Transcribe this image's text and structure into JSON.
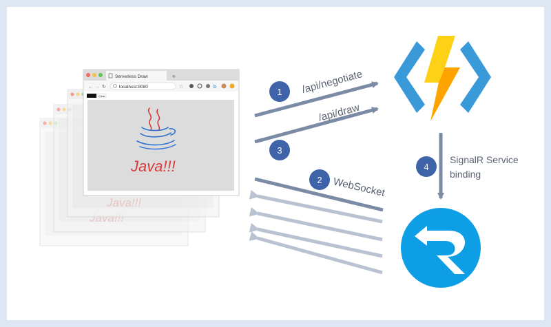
{
  "browser": {
    "tab_title": "Serverless Draw",
    "new_tab_symbol": "+",
    "url": "localhost:8080",
    "clear_button_label": "Clear",
    "drawing_text": "Java!!!",
    "ghost_drawing_text": "Java!!!",
    "stack_count": 4
  },
  "steps": [
    {
      "number": "1",
      "label": "/api/negotiate"
    },
    {
      "number": "2",
      "label": "WebSocket"
    },
    {
      "number": "3",
      "label": "/api/draw"
    },
    {
      "number": "4",
      "label": "SignalR Service binding",
      "label_lines": [
        "SignalR Service",
        "binding"
      ]
    }
  ],
  "icons": {
    "functions": "azure-functions-icon",
    "signalr": "azure-signalr-service-icon"
  },
  "colors": {
    "arrow_main": "#7b8aa5",
    "arrow_light": "#b8c2d1",
    "badge": "#3e63a8",
    "functions_bracket": "#3a9ad9",
    "bolt_yellow": "#fcd116",
    "bolt_orange": "#ffa300",
    "signalr_blue": "#0e9ee6",
    "label_gray": "#5a6272",
    "border": "#dfe6f3"
  }
}
